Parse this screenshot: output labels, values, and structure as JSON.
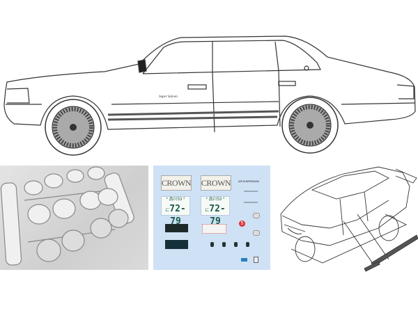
{
  "top_drawing": {
    "emblem_script": "Super Saloon"
  },
  "decal_sheet": {
    "background": "#cfe1f5",
    "brand_labels": [
      "CROWN",
      "CROWN"
    ],
    "plates": [
      {
        "region": "* 品川53 *",
        "prefix": "に",
        "number": "72-79"
      },
      {
        "region": "* 品川53 *",
        "prefix": "に",
        "number": "72-79"
      }
    ],
    "small_texts": [
      "AIR SUSPENSION"
    ],
    "badge_number": "5"
  }
}
